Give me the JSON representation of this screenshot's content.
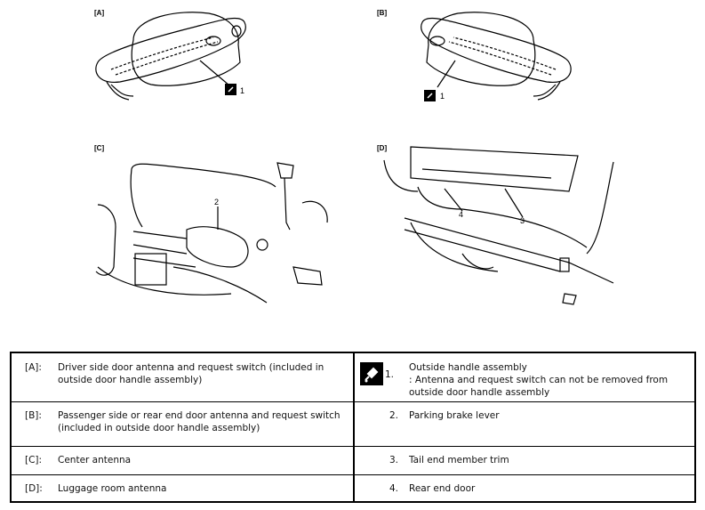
{
  "figures": {
    "a": {
      "label": "[A]",
      "callout": "1"
    },
    "b": {
      "label": "[B]",
      "callout": "1"
    },
    "c": {
      "label": "[C]",
      "callout": "2"
    },
    "d": {
      "label": "[D]",
      "callout_3": "3",
      "callout_4": "4"
    }
  },
  "legend": {
    "rows": [
      {
        "code": "[A]:",
        "text": "Driver side door antenna and request switch (included in outside door handle assembly)",
        "num": "1.",
        "desc": "Outside handle assembly\n: Antenna and request switch can not be removed from outside door handle assembly"
      },
      {
        "code": "[B]:",
        "text": "Passenger side or rear end door antenna and request switch (included in outside door handle assembly)",
        "num": "2.",
        "desc": "Parking brake lever"
      },
      {
        "code": "[C]:",
        "text": "Center antenna",
        "num": "3.",
        "desc": "Tail end member trim"
      },
      {
        "code": "[D]:",
        "text": "Luggage room antenna",
        "num": "4.",
        "desc": "Rear end door"
      }
    ]
  },
  "icons": {
    "caution": "caution-tool-icon"
  }
}
